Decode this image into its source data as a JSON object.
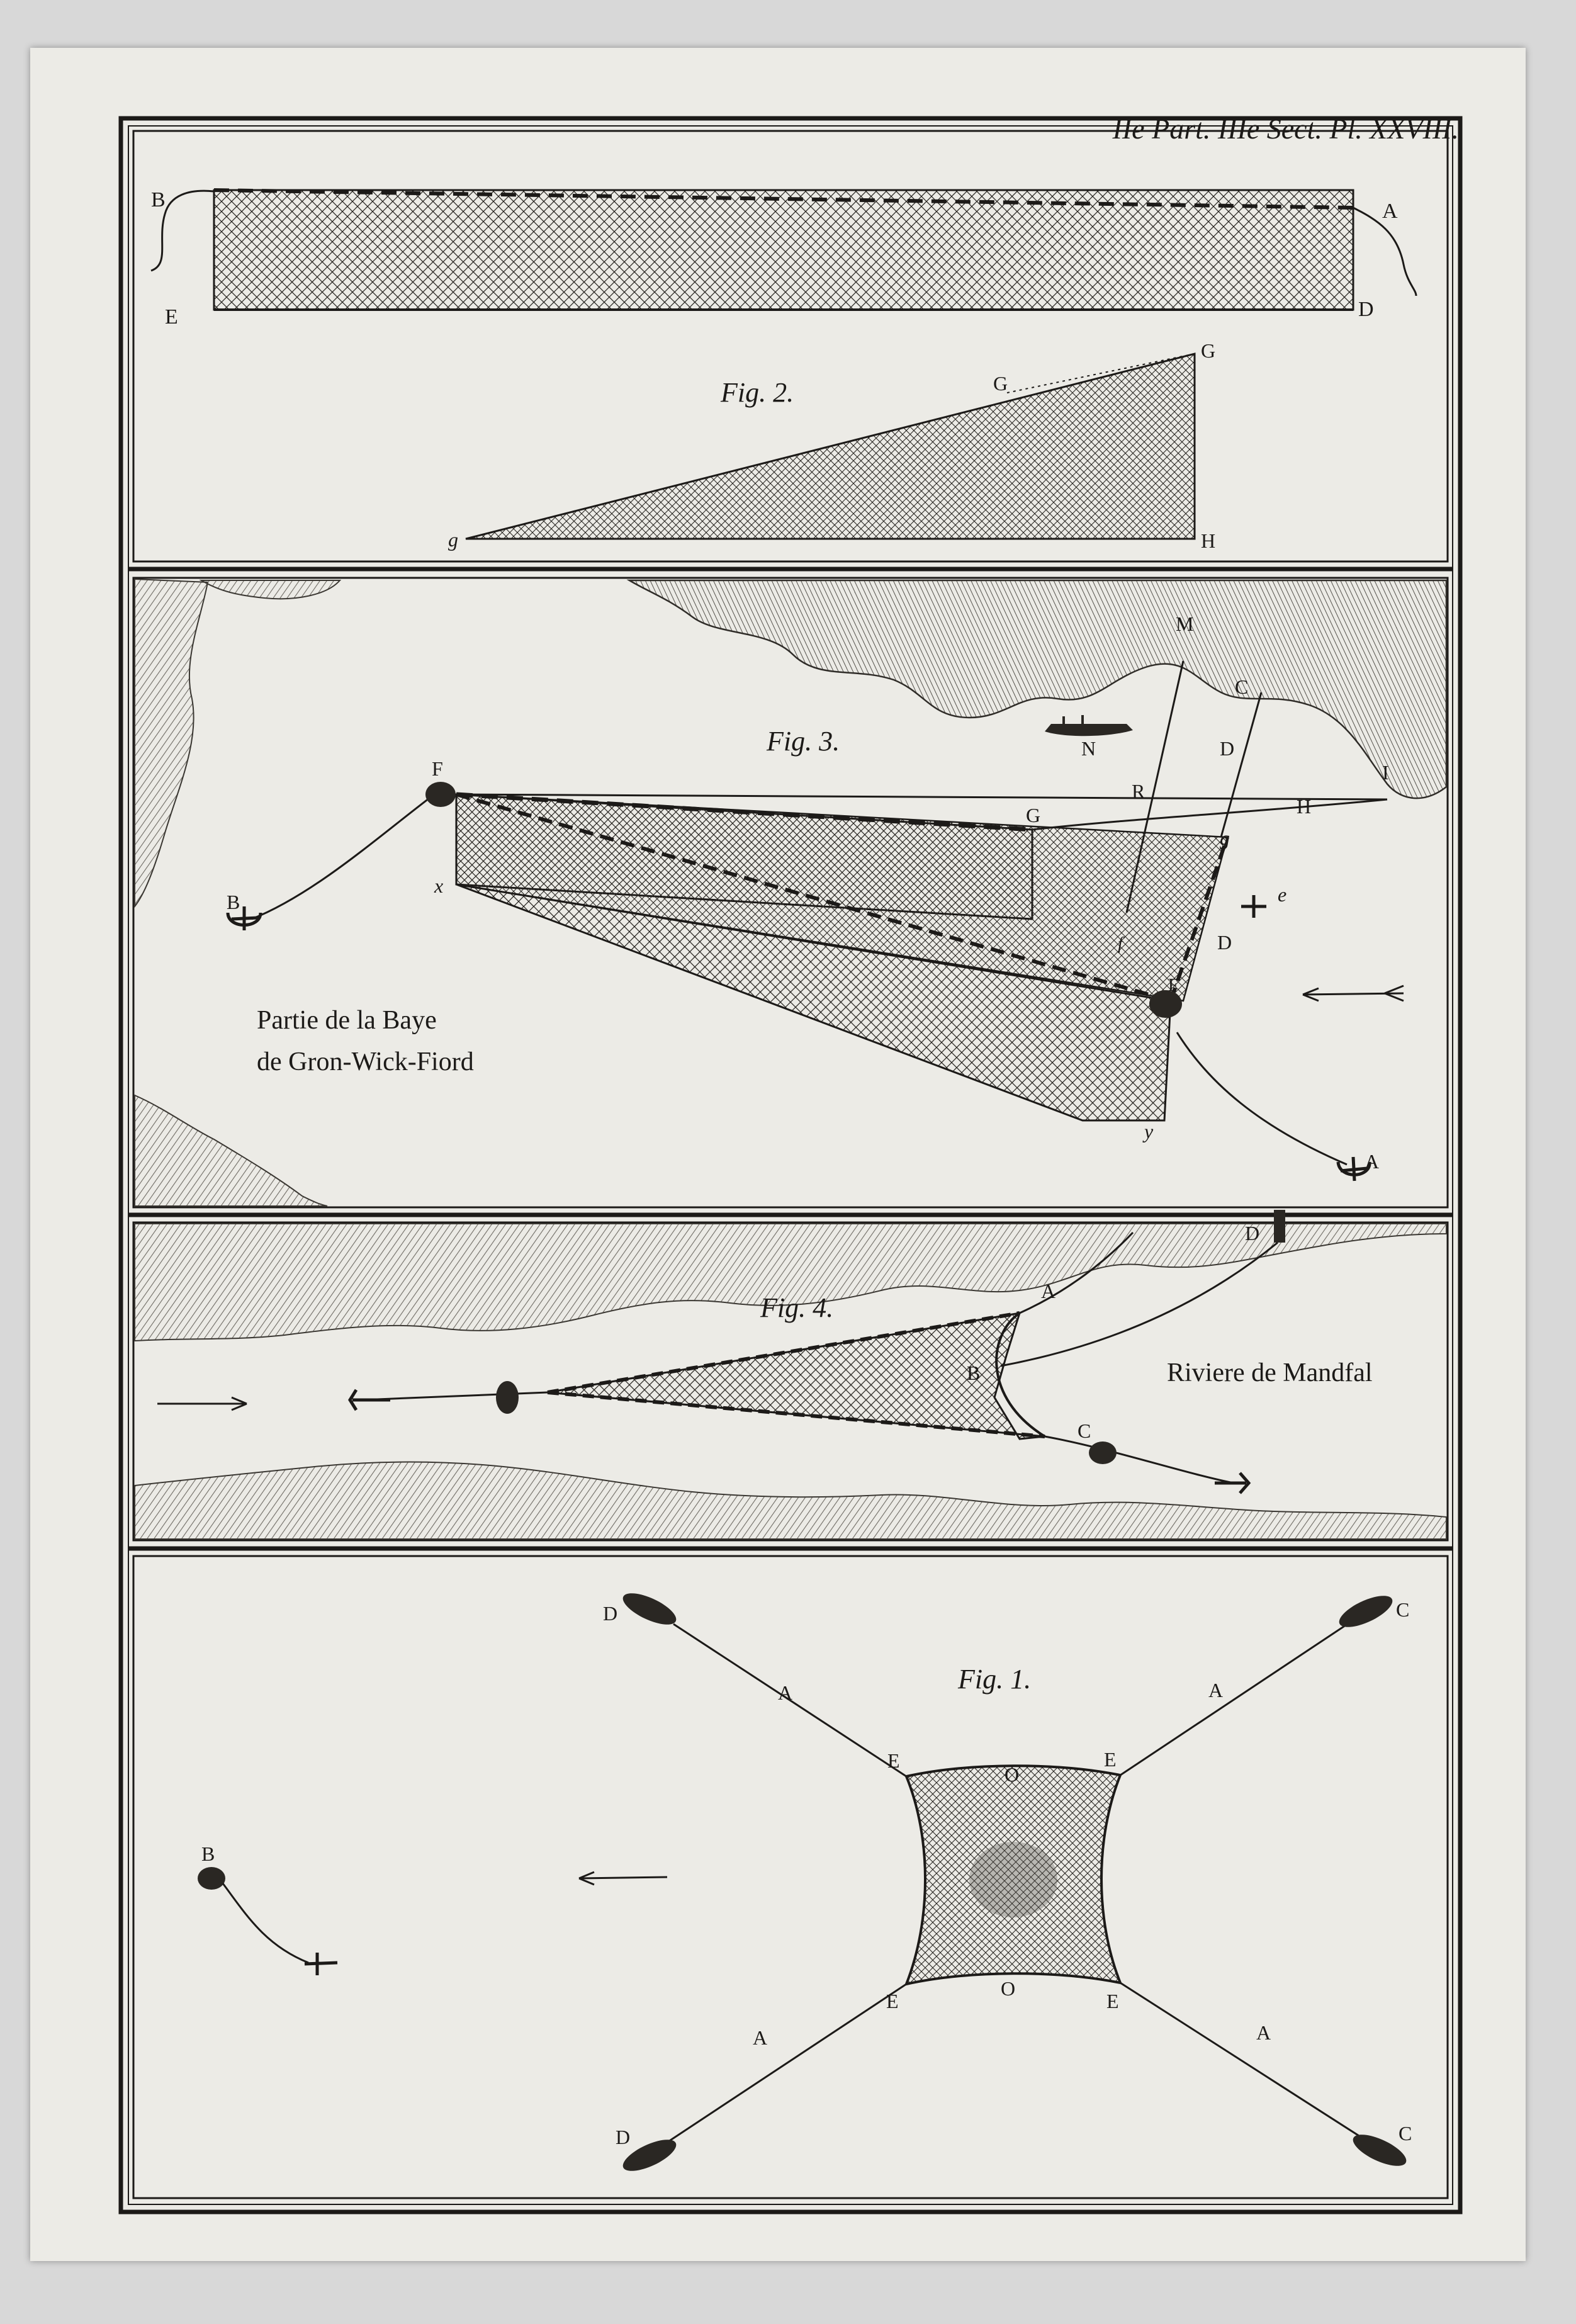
{
  "header": "IIe Part. IIIe Sect. Pl. XXVIII.",
  "panel1": {
    "figure": "Fig. 2.",
    "labels": {
      "a": "A",
      "b": "B",
      "d": "D",
      "e": "E",
      "g1": "G",
      "g2": "G",
      "gs": "g",
      "h": "H"
    }
  },
  "panel2": {
    "figure": "Fig. 3.",
    "place_line1": "Partie de la Baye",
    "place_line2": "de Gron-Wick-Fiord",
    "labels": {
      "a": "A",
      "b": "B",
      "c": "C",
      "d1": "D",
      "d2": "D",
      "e": "e",
      "f": "F",
      "g": "G",
      "gs": "g",
      "h": "H",
      "i": "I",
      "m": "M",
      "n": "N",
      "r": "R",
      "x": "x",
      "y": "y",
      "fy": "F",
      "f2": "f"
    }
  },
  "panel3": {
    "figure": "Fig. 4.",
    "place": "Riviere de Mandfal",
    "labels": {
      "a": "A",
      "b": "B",
      "c": "C",
      "d": "D"
    }
  },
  "panel4": {
    "figure": "Fig. 1.",
    "labels": {
      "dtl": "D",
      "ctr": "C",
      "dbl": "D",
      "cbr": "C",
      "a1": "A",
      "a2": "A",
      "a3": "A",
      "a4": "A",
      "e1": "E",
      "e2": "E",
      "e3": "E",
      "e4": "E",
      "o1": "O",
      "o2": "O",
      "b": "B"
    }
  },
  "colors": {
    "paper": "#ecebe6",
    "ink": "#1c1a18",
    "land": "#7d7a74",
    "background": "#d8d8d8"
  }
}
